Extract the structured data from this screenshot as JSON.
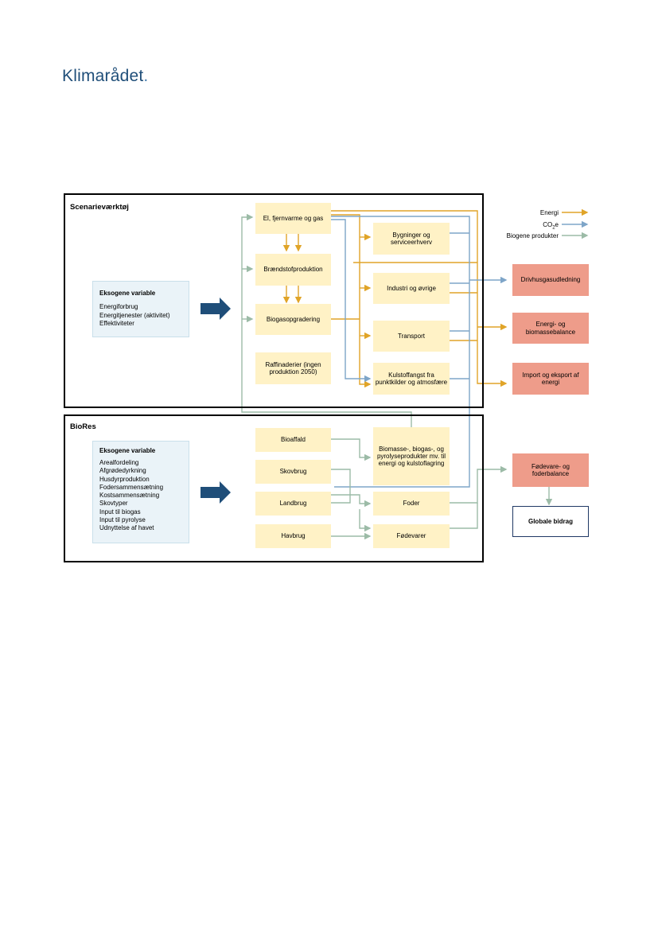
{
  "logo": "Klimarådet",
  "frames": {
    "scenario_title": "Scenarieværktøj",
    "biores_title": "BioRes"
  },
  "legend": {
    "energi": "Energi",
    "co2": "CO2e",
    "biogene": "Biogene produkter"
  },
  "colors": {
    "energi": "#e0a428",
    "co2": "#7ea5c8",
    "biogene": "#9cbba7",
    "box_yellow": "#fff2c6",
    "box_salmon": "#ee9c8a",
    "exogenous_bg": "#eaf3f8",
    "arrow_blue": "#1f4e79"
  },
  "scenario": {
    "exogenous": {
      "title": "Eksogene variable",
      "items": [
        "Energiforbrug",
        "Energitjenester (aktivitet)",
        "Effektiviteter"
      ]
    },
    "supply": {
      "el": "El, fjernvarme og gas",
      "braendstof": "Brændstofproduktion",
      "biogas": "Biogasopgradering",
      "raffinaderier": "Raffinaderier (ingen produktion 2050)"
    },
    "demand": {
      "bygninger": "Bygninger og serviceerhverv",
      "industri": "Industri og øvrige",
      "transport": "Transport",
      "kulstof": "Kulstoffangst fra punktkilder og atmosfære"
    }
  },
  "outputs": {
    "drivhus": "Drivhusgasudledning",
    "energi_balance": "Energi- og biomassebalance",
    "import": "Import og eksport af energi",
    "foedevare": "Fødevare- og foderbalance",
    "globale": "Globale bidrag"
  },
  "biores": {
    "exogenous": {
      "title": "Eksogene variable",
      "items": [
        "Arealfordeling",
        "Afgrødedyrkning",
        "Husdyrproduktion",
        "Fodersammensætning",
        "Kostsammensætning",
        "Skovtyper",
        "Input til biogas",
        "Input til pyrolyse",
        "Udnyttelse af havet"
      ]
    },
    "sources": {
      "bioaffald": "Bioaffald",
      "skovbrug": "Skovbrug",
      "landbrug": "Landbrug",
      "havbrug": "Havbrug"
    },
    "products": {
      "biomasse": "Biomasse-, biogas-, og pyrolyseprodukter mv. til energi og kulstoflagring",
      "foder": "Foder",
      "foedevarer": "Fødevarer"
    }
  }
}
